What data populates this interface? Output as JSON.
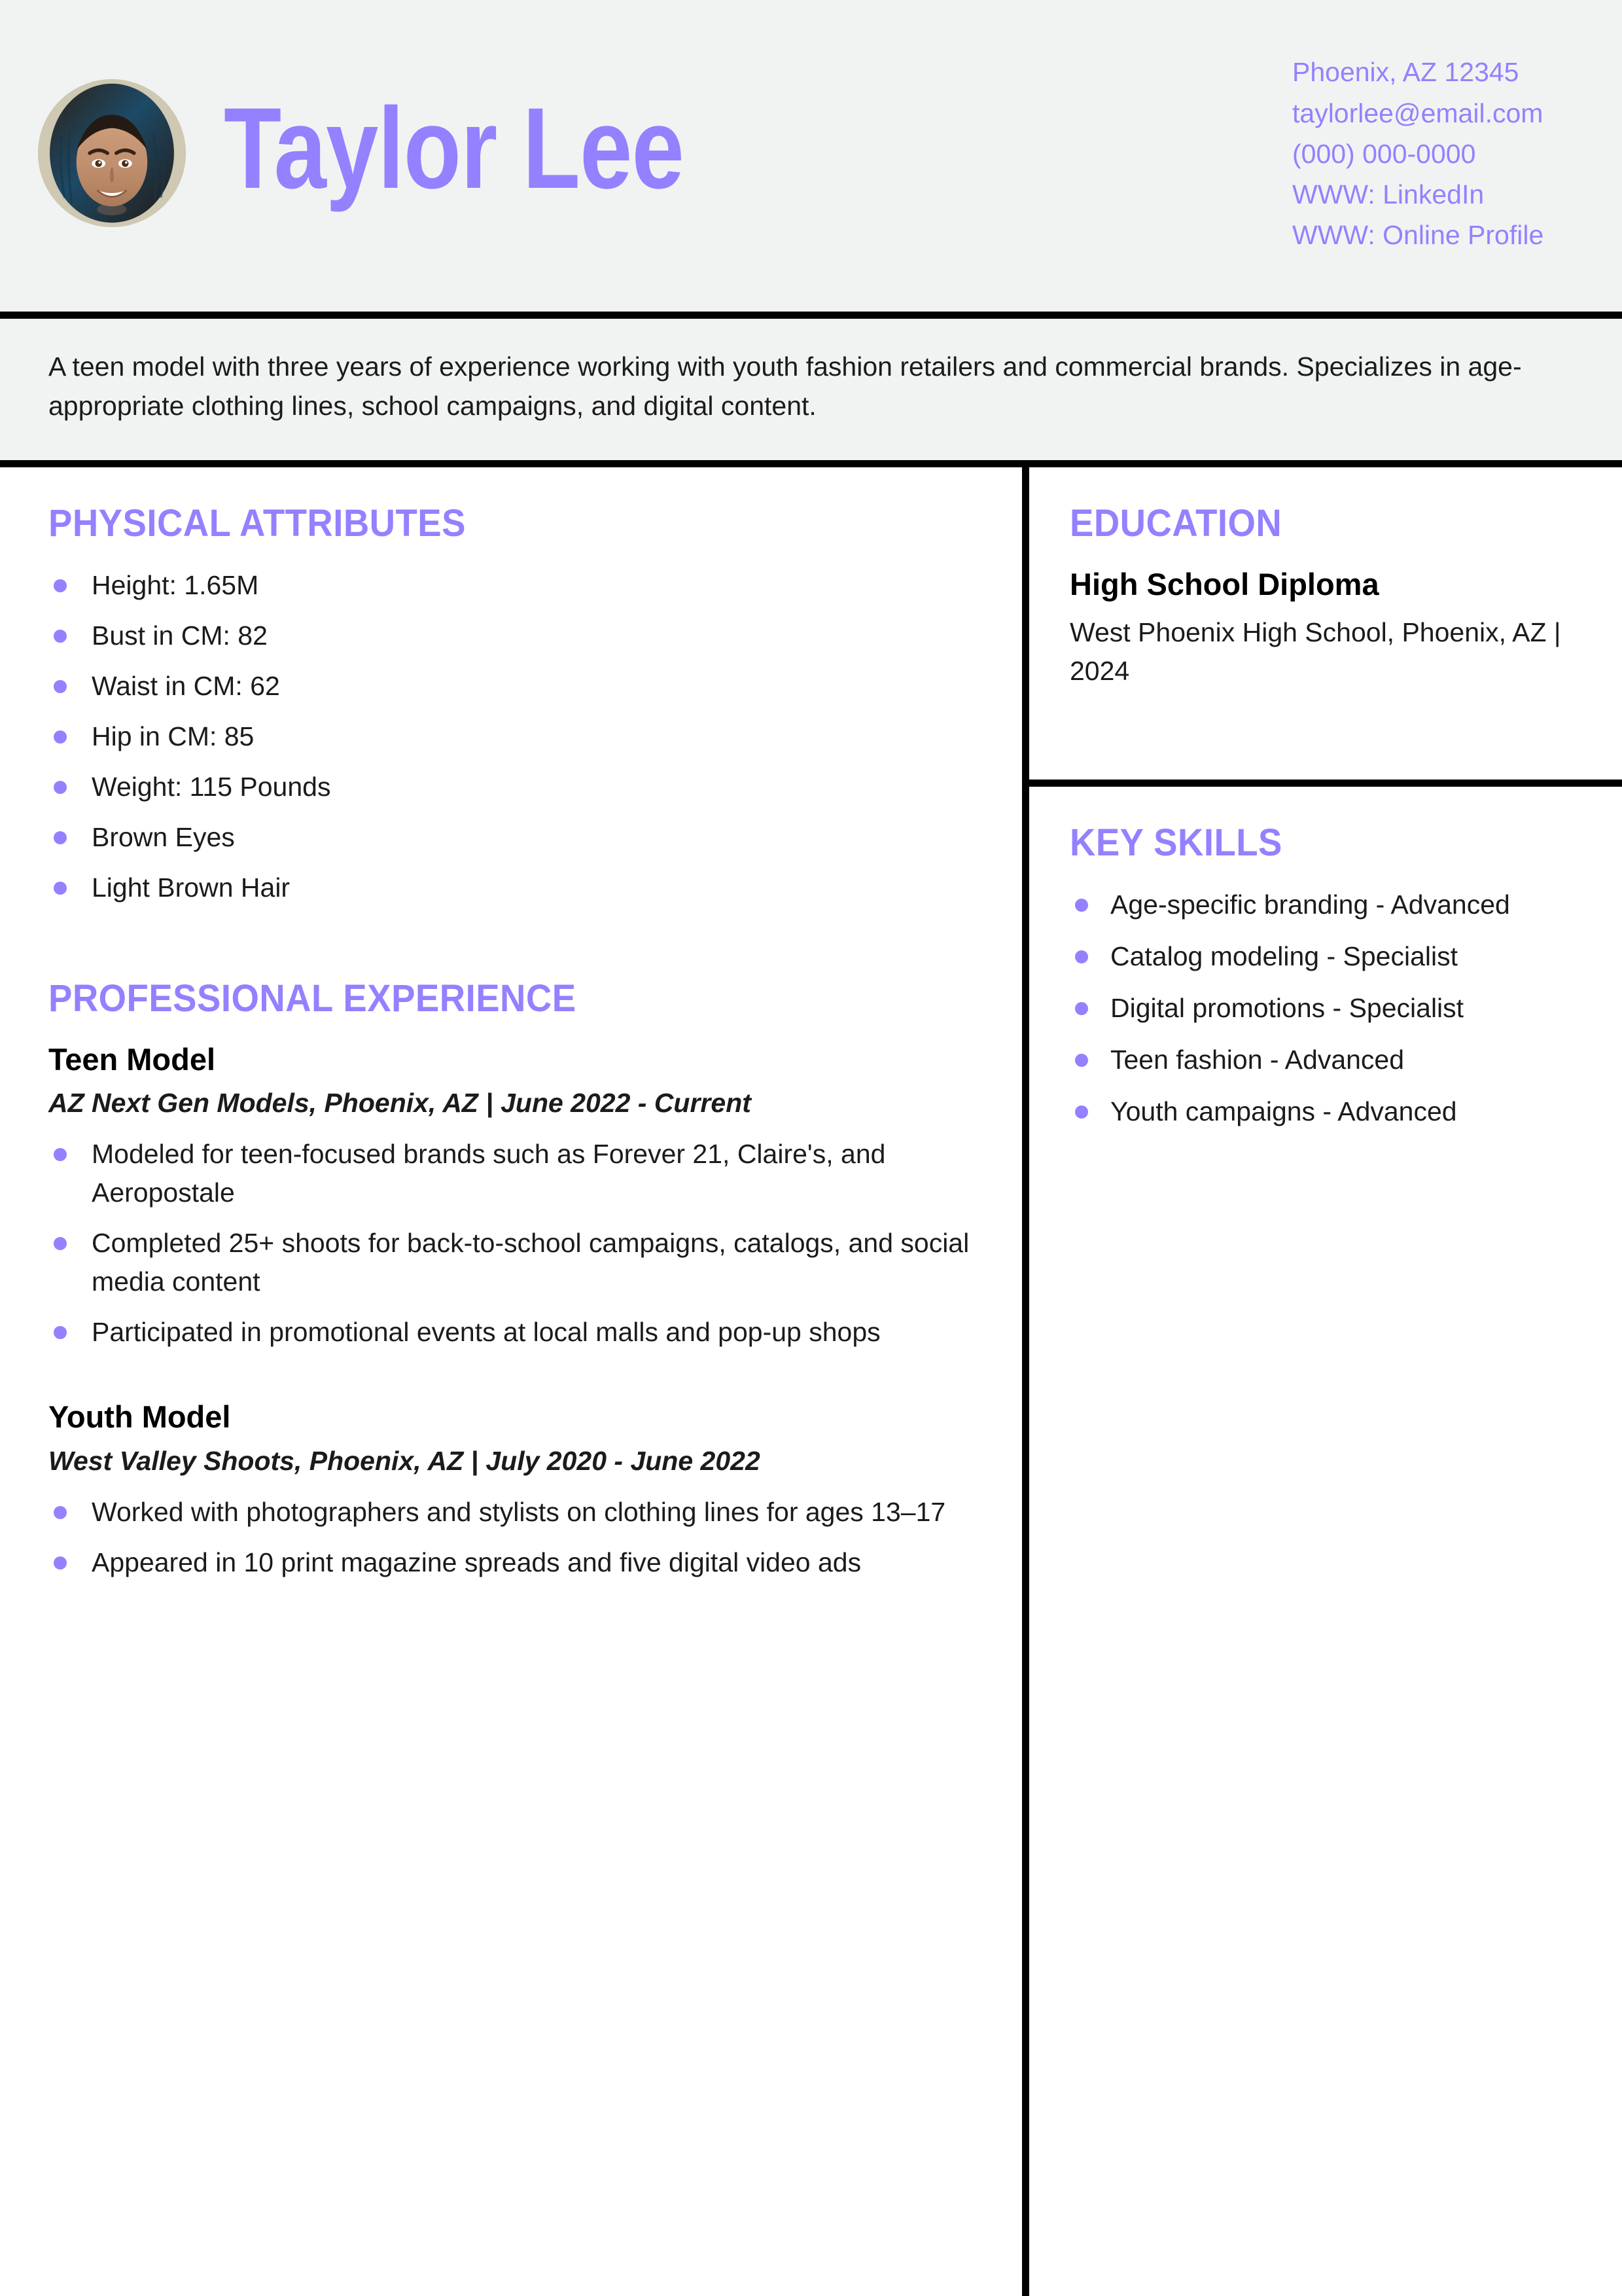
{
  "theme": {
    "accent": "#9381FF",
    "header_bg": "#F1F3F2",
    "rule": "#000000",
    "text": "#1B1B1B"
  },
  "header": {
    "name": "Taylor Lee",
    "avatar_alt": "profile-photo",
    "contact": [
      "Phoenix, AZ 12345",
      "taylorlee@email.com",
      "(000) 000-0000",
      "WWW: LinkedIn",
      "WWW: Online Profile"
    ]
  },
  "summary": {
    "text": "A teen model with three years of experience working with youth fashion retailers and commercial brands. Specializes in age-appropriate clothing lines, school campaigns, and digital content."
  },
  "physical_attributes": {
    "title": "PHYSICAL ATTRIBUTES",
    "items": [
      "Height: 1.65M",
      "Bust in CM: 82",
      "Waist in CM: 62",
      "Hip in CM: 85",
      "Weight: 115 Pounds",
      "Brown Eyes",
      "Light Brown Hair"
    ]
  },
  "experience": {
    "title": "PROFESSIONAL EXPERIENCE",
    "jobs": [
      {
        "title": "Teen Model",
        "meta": "AZ Next Gen Models, Phoenix, AZ | June 2022 - Current",
        "bullets": [
          "Modeled for teen-focused brands such as Forever 21, Claire's, and Aeropostale",
          "Completed 25+ shoots for back-to-school campaigns, catalogs, and social media content",
          "Participated in promotional events at local malls and pop-up shops"
        ]
      },
      {
        "title": "Youth Model",
        "meta": "West Valley Shoots, Phoenix, AZ | July 2020 - June 2022",
        "bullets": [
          "Worked with photographers and stylists on clothing lines for ages 13–17",
          "Appeared in 10 print magazine spreads and five digital video ads"
        ]
      }
    ]
  },
  "education": {
    "title": "EDUCATION",
    "degree": "High School Diploma",
    "school": "West Phoenix High School, Phoenix, AZ | 2024"
  },
  "key_skills": {
    "title": "KEY SKILLS",
    "items": [
      "Age-specific branding - Advanced",
      "Catalog modeling - Specialist",
      "Digital promotions - Specialist",
      "Teen fashion - Advanced",
      "Youth campaigns - Advanced"
    ]
  }
}
